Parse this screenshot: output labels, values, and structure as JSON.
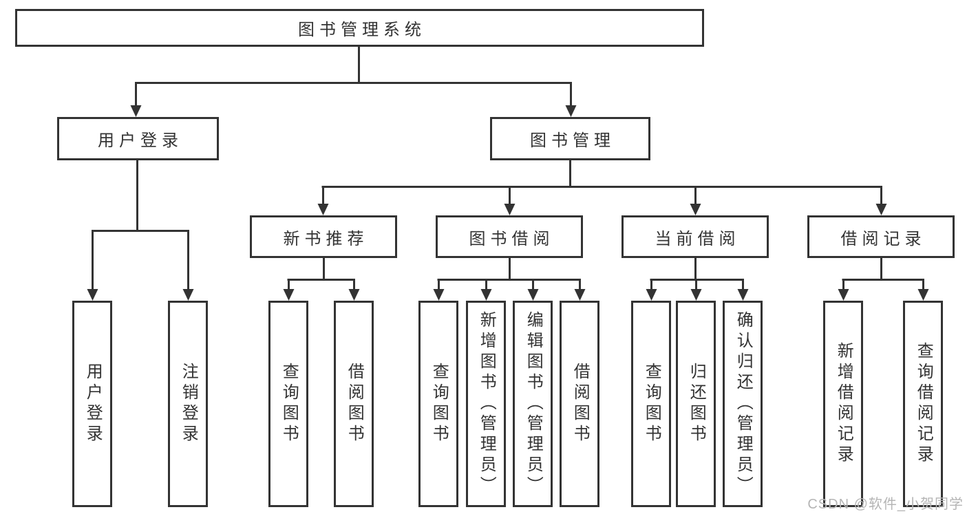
{
  "diagram": {
    "root": {
      "label": "图书管理系统"
    },
    "level2": [
      {
        "label": "用户登录"
      },
      {
        "label": "图书管理"
      }
    ],
    "level3": [
      {
        "label": "新书推荐",
        "parent": "图书管理"
      },
      {
        "label": "图书借阅",
        "parent": "图书管理"
      },
      {
        "label": "当前借阅",
        "parent": "图书管理"
      },
      {
        "label": "借阅记录",
        "parent": "图书管理"
      }
    ],
    "leaves": [
      {
        "label": "用户登录",
        "parent": "用户登录"
      },
      {
        "label": "注销登录",
        "parent": "用户登录"
      },
      {
        "label": "查询图书",
        "parent": "新书推荐"
      },
      {
        "label": "借阅图书",
        "parent": "新书推荐"
      },
      {
        "label": "查询图书",
        "parent": "图书借阅"
      },
      {
        "label": "新增图书（管理员）",
        "parent": "图书借阅"
      },
      {
        "label": "编辑图书（管理员）",
        "parent": "图书借阅"
      },
      {
        "label": "借阅图书",
        "parent": "图书借阅"
      },
      {
        "label": "查询图书",
        "parent": "当前借阅"
      },
      {
        "label": "归还图书",
        "parent": "当前借阅"
      },
      {
        "label": "确认归还（管理员）",
        "parent": "当前借阅"
      },
      {
        "label": "新增借阅记录",
        "parent": "借阅记录"
      },
      {
        "label": "查询借阅记录",
        "parent": "借阅记录"
      }
    ],
    "watermark": "CSDN @软件_小贺同学",
    "colors": {
      "line": "#333333",
      "text": "#333333",
      "background": "#ffffff",
      "watermark": "#b5b5b5"
    }
  }
}
